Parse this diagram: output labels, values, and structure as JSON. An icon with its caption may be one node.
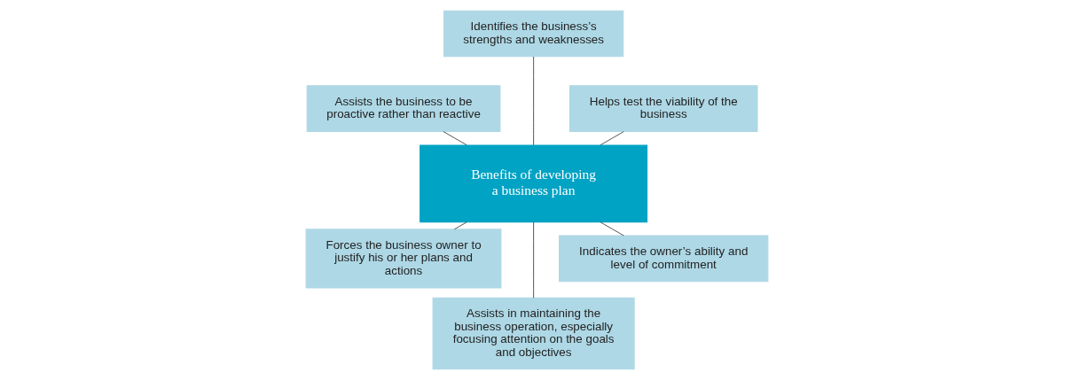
{
  "diagram": {
    "nodes": [
      {
        "text": [
          "Helps test the viability of the business"
        ]
      },
      {
        "text": [
          "Identifies the business’s strengths and weaknesses"
        ]
      },
      {
        "text": [
          "Assists the business to be proactive rather than reactive"
        ]
      },
      {
        "text": [
          "Benefits of developing a business plan"
        ]
      },
      {
        "text": [
          "Forces the business owner to justify his or her plans and actions"
        ]
      },
      {
        "text": [
          "Assists in maintaining the business operation, especially focusing attention on the goals and objectives"
        ]
      },
      {
        "text": [
          "Indicates the owner’s ability and level of commitment"
        ]
      }
    ],
    "edges": [
      {
        "from": 3,
        "to": 0,
        "arrow": "none"
      },
      {
        "from": 3,
        "to": 1,
        "arrow": "none"
      },
      {
        "from": 3,
        "to": 2,
        "arrow": "none"
      },
      {
        "from": 3,
        "to": 4,
        "arrow": "none"
      },
      {
        "from": 3,
        "to": 5,
        "arrow": "none"
      },
      {
        "from": 3,
        "to": 6,
        "arrow": "none"
      }
    ]
  }
}
